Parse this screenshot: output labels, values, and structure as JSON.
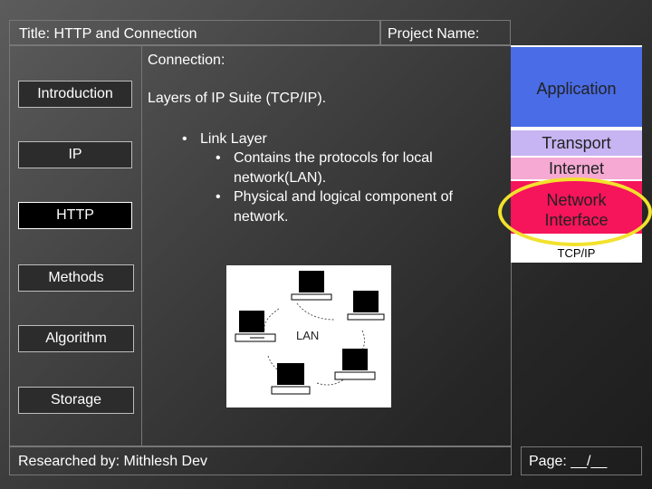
{
  "header": {
    "title": "Title: HTTP and Connection",
    "project_label": "Project Name:"
  },
  "sidebar": {
    "items": [
      {
        "label": "Introduction"
      },
      {
        "label": "IP"
      },
      {
        "label": "HTTP"
      },
      {
        "label": "Methods"
      },
      {
        "label": "Algorithm"
      },
      {
        "label": "Storage"
      }
    ]
  },
  "content": {
    "section_heading": "Connection:",
    "layers_heading": "Layers of IP Suite (TCP/IP).",
    "bullet_main": "Link Layer",
    "sub_bullets": [
      "Contains the protocols for local network(LAN).",
      "Physical and logical component of network."
    ]
  },
  "stack_diagram": {
    "layers": [
      "Application",
      "Transport",
      "Internet",
      "Network Interface"
    ],
    "caption": "TCP/IP",
    "colors": {
      "application": "#4a6ce6",
      "transport": "#c7b4f2",
      "internet": "#f5a9d3",
      "network_interface": "#f6145a",
      "highlight": "#f2e22d"
    }
  },
  "lan_diagram": {
    "label": "LAN"
  },
  "footer": {
    "researched_by": "Researched by: Mithlesh Dev",
    "page": "Page: __/__"
  }
}
